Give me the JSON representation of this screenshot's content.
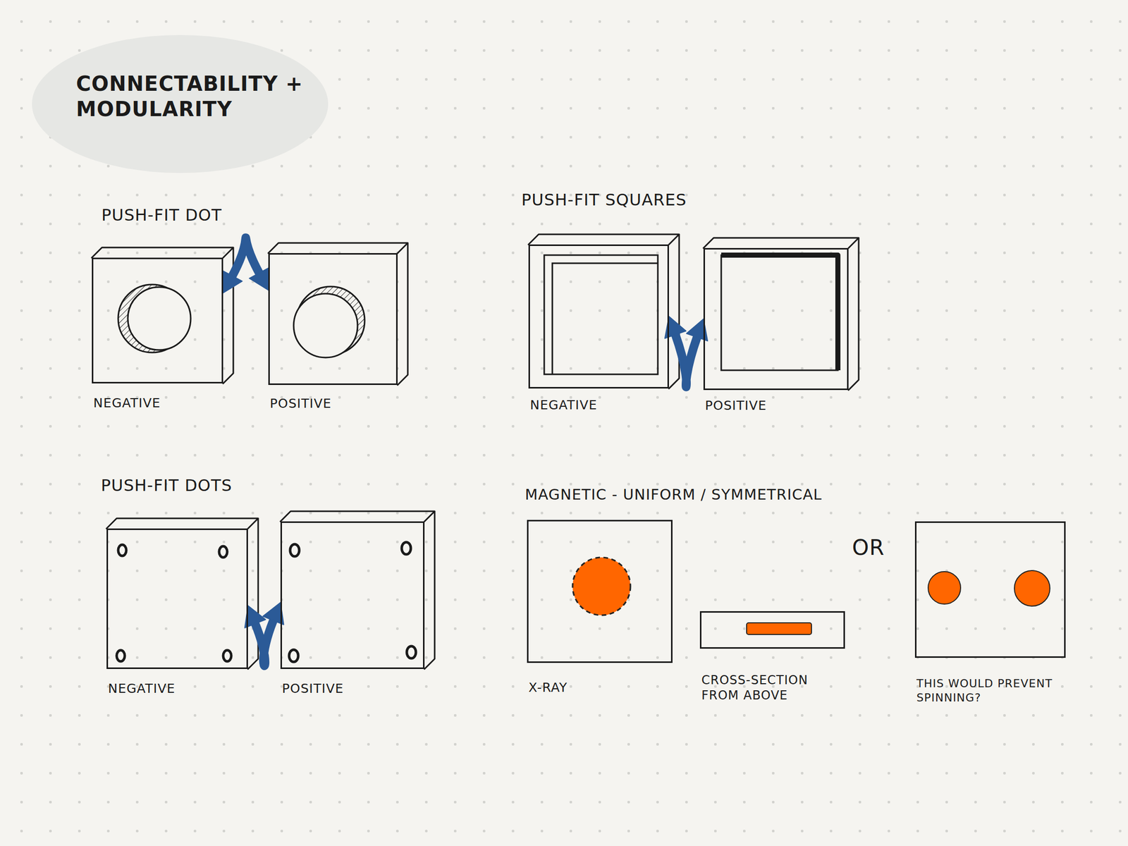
{
  "diagram": {
    "title": "CONNECTABILITY + MODULARITY",
    "nodes": [
      {
        "text": [
          "NEGATIVE"
        ]
      },
      {
        "text": [
          "POSITIVE"
        ]
      },
      {
        "text": [
          "NEGATIVE"
        ]
      },
      {
        "text": [
          "POSITIVE"
        ]
      },
      {
        "text": [
          "NEGATIVE"
        ]
      },
      {
        "text": [
          "POSITIVE"
        ]
      },
      {
        "text": [
          "X-RAY"
        ]
      },
      {
        "text": [
          "CROSS-SECTION FROM ABOVE"
        ]
      },
      {
        "text": [
          "THIS WOULD PREVENT SPINNING?"
        ]
      }
    ],
    "edges": [
      {
        "from": 0,
        "to": 1,
        "arrow": "both"
      },
      {
        "from": 2,
        "to": 3,
        "arrow": "both"
      },
      {
        "from": 4,
        "to": 5,
        "arrow": "both"
      }
    ],
    "labels": [
      "PUSH-FIT DOT",
      "PUSH-FIT SQUARES",
      "PUSH-FIT DOTS",
      "MAGNETIC - UNIFORM / SYMMETRICAL",
      "OR"
    ]
  }
}
